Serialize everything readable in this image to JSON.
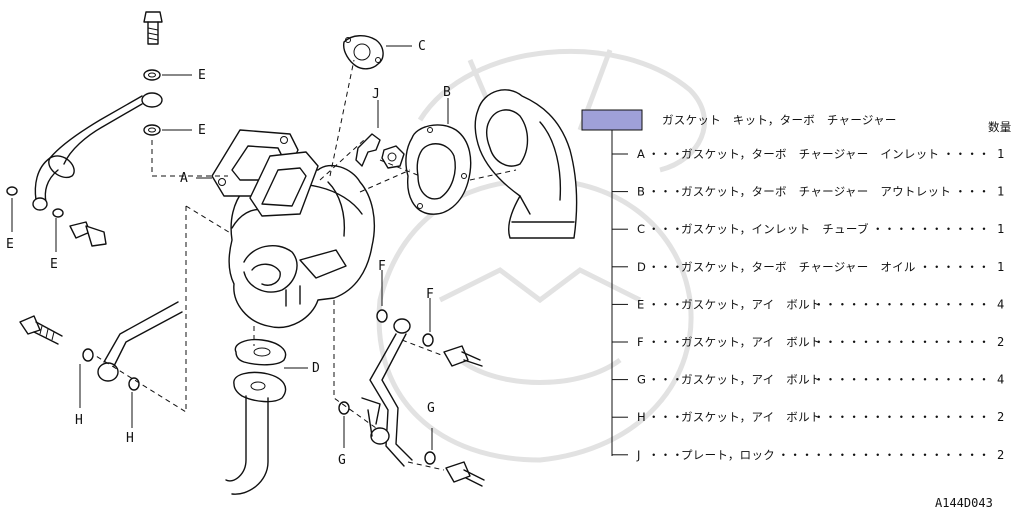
{
  "kit": {
    "title": "ガスケット　キット，ターボ　チャージャー",
    "qty_header": "数量",
    "swatch_color": "#9fa0d8"
  },
  "parts": [
    {
      "letter": "A",
      "name": "ガスケット，ターボ　チャージャー　インレット",
      "dots": "・・・・",
      "qty": "1"
    },
    {
      "letter": "B",
      "name": "ガスケット，ターボ　チャージャー　アウトレット",
      "dots": "・・・",
      "qty": "1"
    },
    {
      "letter": "C",
      "name": "ガスケット，インレット　チューブ",
      "dots": "・・・・・・・・・・",
      "qty": "1"
    },
    {
      "letter": "D",
      "name": "ガスケット，ターボ　チャージャー　オイル",
      "dots": "・・・・・・",
      "qty": "1"
    },
    {
      "letter": "E",
      "name": "ガスケット，アイ　ボルト",
      "dots": "・・・・・・・・・・・・・・・",
      "qty": "4"
    },
    {
      "letter": "F",
      "name": "ガスケット，アイ　ボルト",
      "dots": "・・・・・・・・・・・・・・・",
      "qty": "2"
    },
    {
      "letter": "G",
      "name": "ガスケット，アイ　ボルト",
      "dots": "・・・・・・・・・・・・・・・",
      "qty": "4"
    },
    {
      "letter": "H",
      "name": "ガスケット，アイ　ボルト",
      "dots": "・・・・・・・・・・・・・・・",
      "qty": "2"
    },
    {
      "letter": "J",
      "name": "プレート，ロック",
      "dots": "・・・・・・・・・・・・・・・・・・",
      "qty": "2"
    }
  ],
  "row_separator": "・・・",
  "callouts": [
    "A",
    "B",
    "C",
    "D",
    "E",
    "E",
    "E",
    "E",
    "F",
    "F",
    "G",
    "G",
    "H",
    "H",
    "J"
  ],
  "figure_code": "A144D043"
}
